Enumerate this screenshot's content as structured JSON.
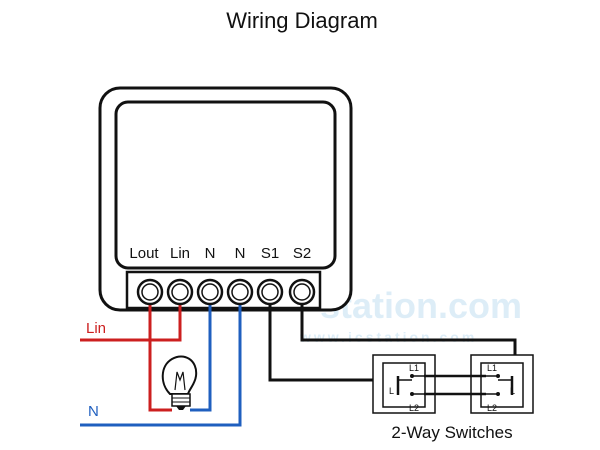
{
  "title": "Wiring Diagram",
  "terminals": [
    "Lout",
    "Lin",
    "N",
    "N",
    "S1",
    "S2"
  ],
  "wires": {
    "lin_label": "Lin",
    "n_label": "N",
    "live_color": "#cc1f1f",
    "neutral_color": "#1f5fbf",
    "switch_wire_color": "#111111"
  },
  "switches": {
    "label": "2-Way Switches",
    "terminal_labels": {
      "common": "L",
      "top": "L1",
      "bottom": "L2"
    }
  },
  "watermark": {
    "brand": "station.com",
    "url": "www.icstation.com"
  },
  "icons": [
    "light-bulb-icon",
    "switch-box-icon"
  ]
}
